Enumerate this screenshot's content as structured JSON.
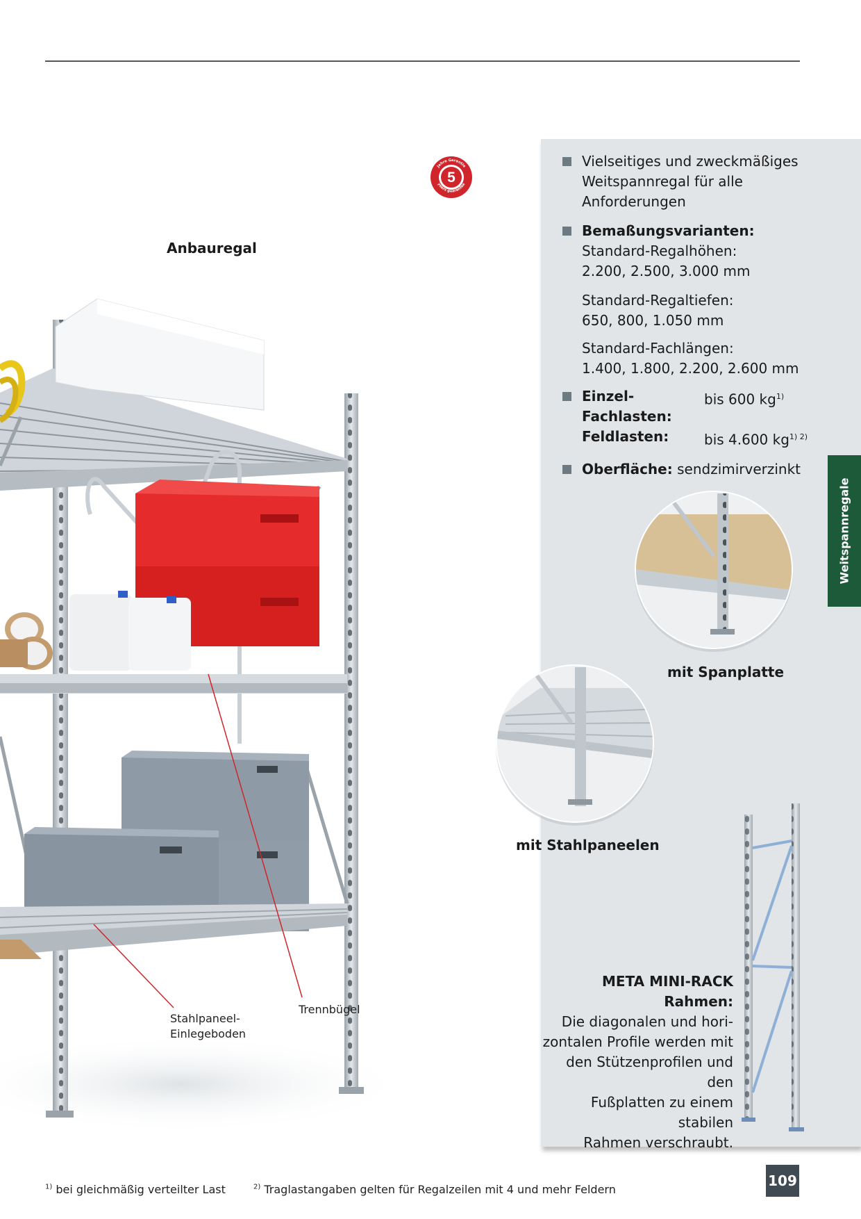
{
  "page": {
    "number": "109",
    "section_tab": "Weitspannregale"
  },
  "badge": {
    "number": "5",
    "ring_text_top": "Jahre Garantie",
    "ring_text_bottom": "years guarantee"
  },
  "main_caption": "Anbauregal",
  "features": [
    {
      "text": "Vielseitiges und zweckmäßiges Weitspannregal für alle Anforderungen"
    },
    {
      "title": "Bemaßungsvarianten:",
      "lines": [
        "Standard-Regalhöhen:",
        "2.200, 2.500, 3.000 mm"
      ]
    },
    {
      "lines": [
        "Standard-Regaltiefen:",
        "650, 800, 1.050 mm"
      ]
    },
    {
      "lines": [
        "Standard-Fachlängen:",
        "1.400, 1.800, 2.200, 2.600 mm"
      ]
    }
  ],
  "loads": {
    "einzel_label": "Einzel-Fachlasten:",
    "einzel_value": "bis 600 kg",
    "einzel_sup": "1)",
    "feld_label": "Feldlasten:",
    "feld_value": "bis 4.600 kg",
    "feld_sup": "1) 2)"
  },
  "surface": {
    "label": "Oberfläche:",
    "value": "sendzimirverzinkt"
  },
  "detail_captions": {
    "spanplatte": "mit Spanplatte",
    "stahlpaneelen": "mit Stahlpaneelen"
  },
  "callouts": {
    "einlegeboden_line1": "Stahlpaneel-",
    "einlegeboden_line2": "Einlegeboden",
    "trennbuegel": "Trennbügel"
  },
  "rahmen": {
    "title": "META MINI-RACK Rahmen:",
    "lines": [
      "Die diagonalen und hori-",
      "zontalen Profile werden mit",
      "den Stützenprofilen und den",
      "Fußplatten zu einem stabilen",
      "Rahmen verschraubt."
    ]
  },
  "footnotes": [
    {
      "mark": "1)",
      "text": "bei gleichmäßig verteilter Last"
    },
    {
      "mark": "2)",
      "text": "Traglastangaben gelten für Regalzeilen mit 4 und mehr Feldern"
    }
  ],
  "colors": {
    "panel": "#e1e5e8",
    "tab": "#1d5a3a",
    "badge": "#d0262b",
    "crate_red": "#e52b2b",
    "crate_grey": "#8e9aa6",
    "steel": "#b9c0c6"
  }
}
